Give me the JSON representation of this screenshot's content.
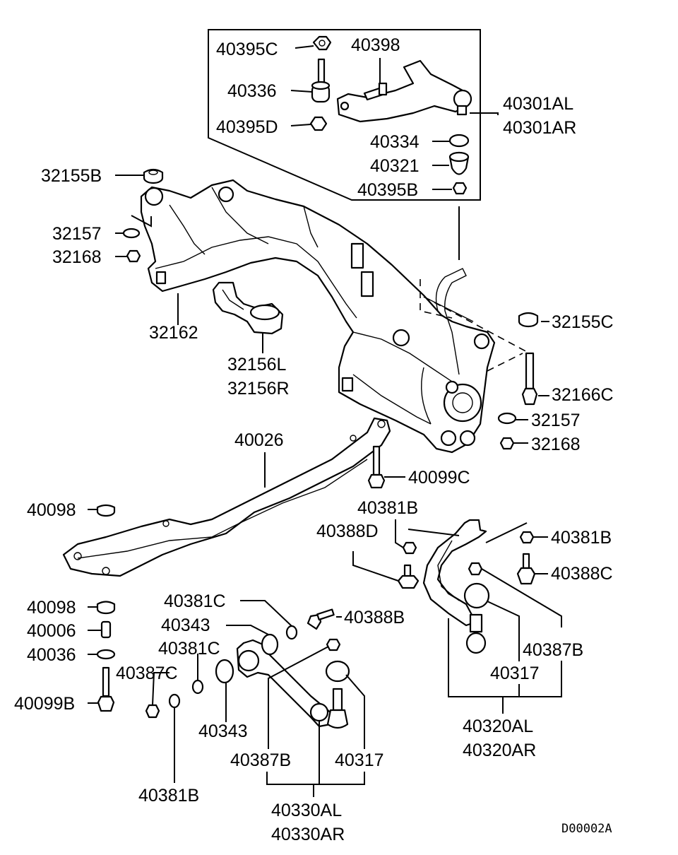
{
  "labels": {
    "p40395C": "40395C",
    "p40398": "40398",
    "p40336": "40336",
    "p40395D": "40395D",
    "p40301AL": "40301AL",
    "p40301AR": "40301AR",
    "p40334": "40334",
    "p40321": "40321",
    "p40395B": "40395B",
    "p32155B": "32155B",
    "p32157_left": "32157",
    "p32168_left": "32168",
    "p32162": "32162",
    "p32156L": "32156L",
    "p32156R": "32156R",
    "p32155C": "32155C",
    "p32166C": "32166C",
    "p32157_right": "32157",
    "p32168_right": "32168",
    "p40026": "40026",
    "p40099C": "40099C",
    "p40098_top": "40098",
    "p40381B_top": "40381B",
    "p40388D": "40388D",
    "p40381B_right": "40381B",
    "p40388C": "40388C",
    "p40098_bottom": "40098",
    "p40381C_top": "40381C",
    "p40388B": "40388B",
    "p40006": "40006",
    "p40343_top": "40343",
    "p40387B_right": "40387B",
    "p40036": "40036",
    "p40381C_mid": "40381C",
    "p40317_right": "40317",
    "p40387C": "40387C",
    "p40099B": "40099B",
    "p40320AL": "40320AL",
    "p40343_bottom": "40343",
    "p40320AR": "40320AR",
    "p40387B_bottom": "40387B",
    "p40317_bottom": "40317",
    "p40381B_bottom": "40381B",
    "p40330AL": "40330AL",
    "p40330AR": "40330AR"
  },
  "diagram_code": "D00002A"
}
